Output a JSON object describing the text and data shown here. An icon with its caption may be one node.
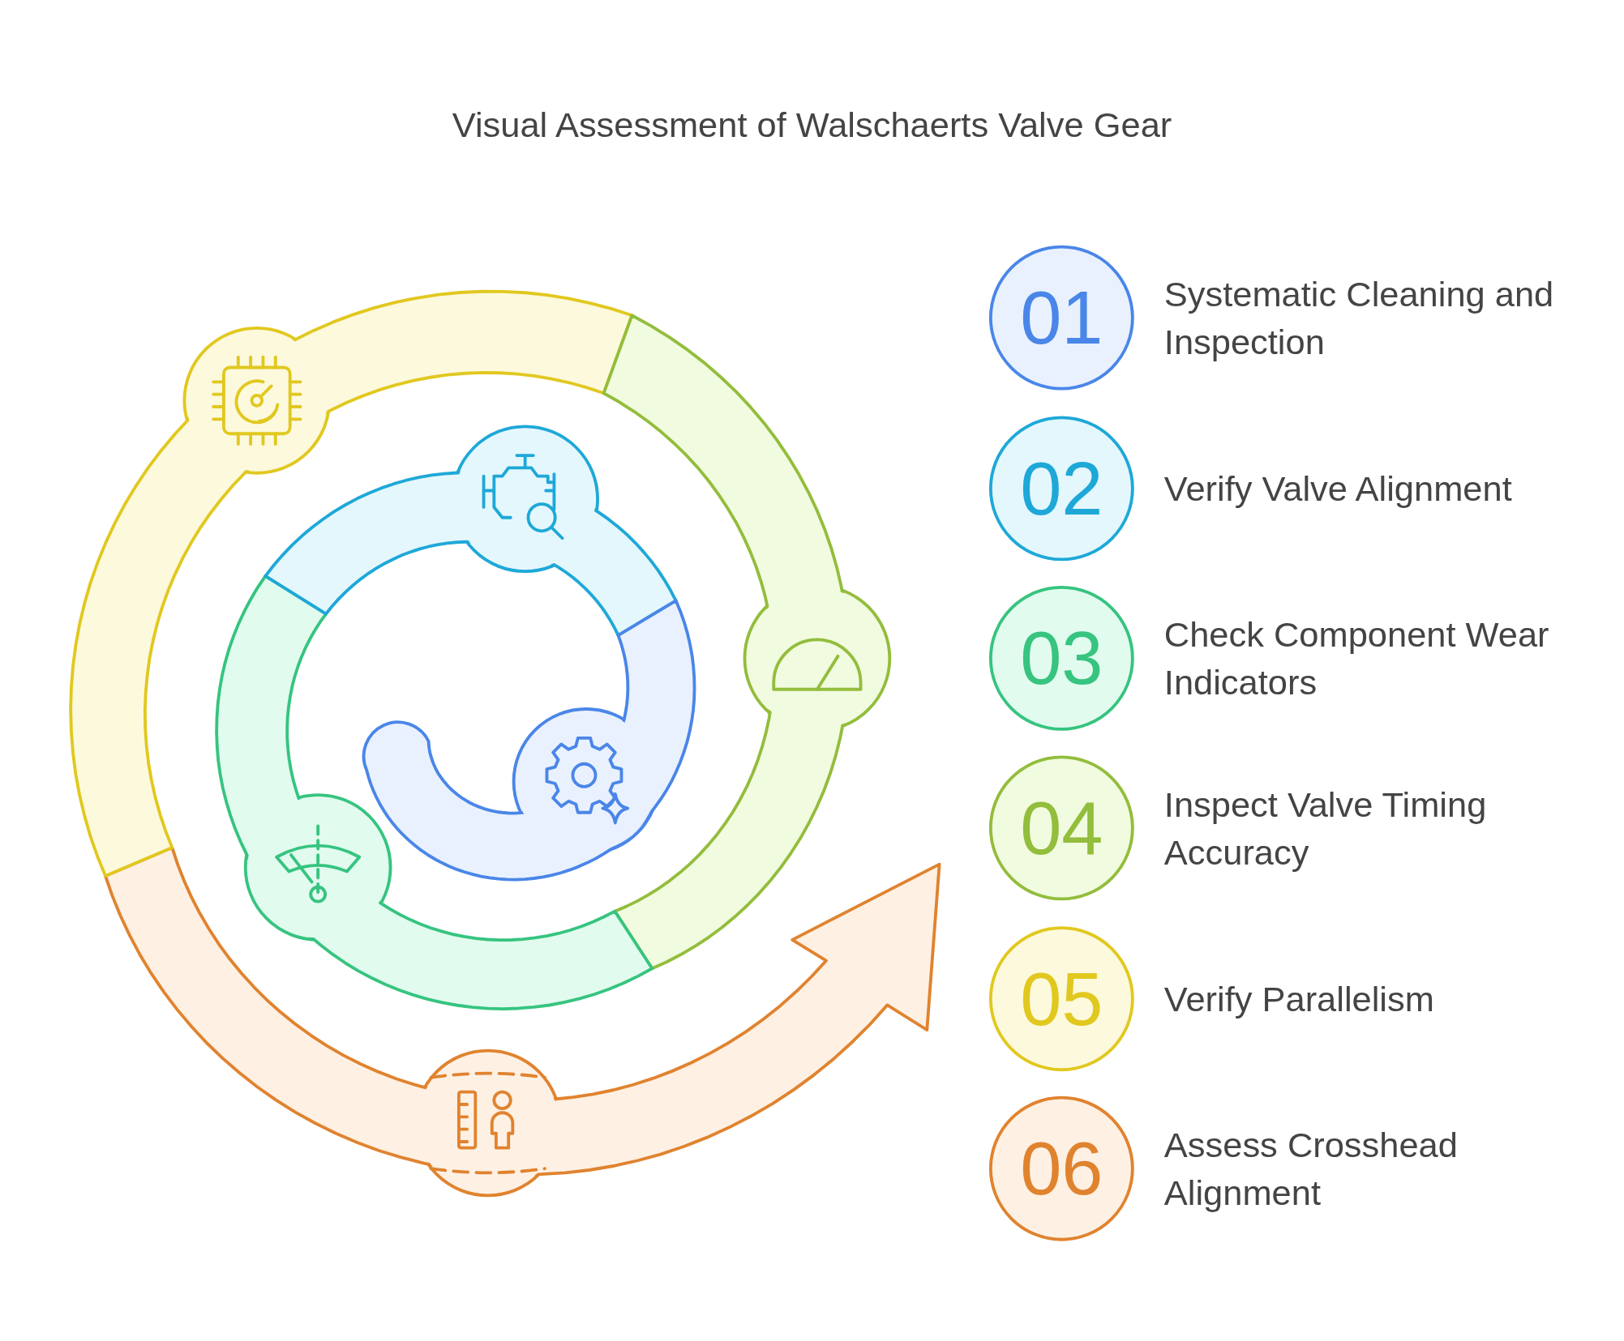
{
  "diagram": {
    "title": "Visual Assessment of Walschaerts Valve Gear",
    "nodes": [
      {
        "text": [
          "01"
        ],
        "beside": [
          "Systematic Cleaning and Inspection"
        ]
      },
      {
        "text": [
          "02"
        ],
        "beside": [
          "Verify Valve Alignment"
        ]
      },
      {
        "text": [
          "03"
        ],
        "beside": [
          "Check Component Wear Indicators"
        ]
      },
      {
        "text": [
          "04"
        ],
        "beside": [
          "Inspect Valve Timing Accuracy"
        ]
      },
      {
        "text": [
          "05"
        ],
        "beside": [
          "Verify Parallelism"
        ]
      },
      {
        "text": [
          "06"
        ],
        "beside": [
          "Assess Crosshead Alignment"
        ]
      }
    ]
  }
}
